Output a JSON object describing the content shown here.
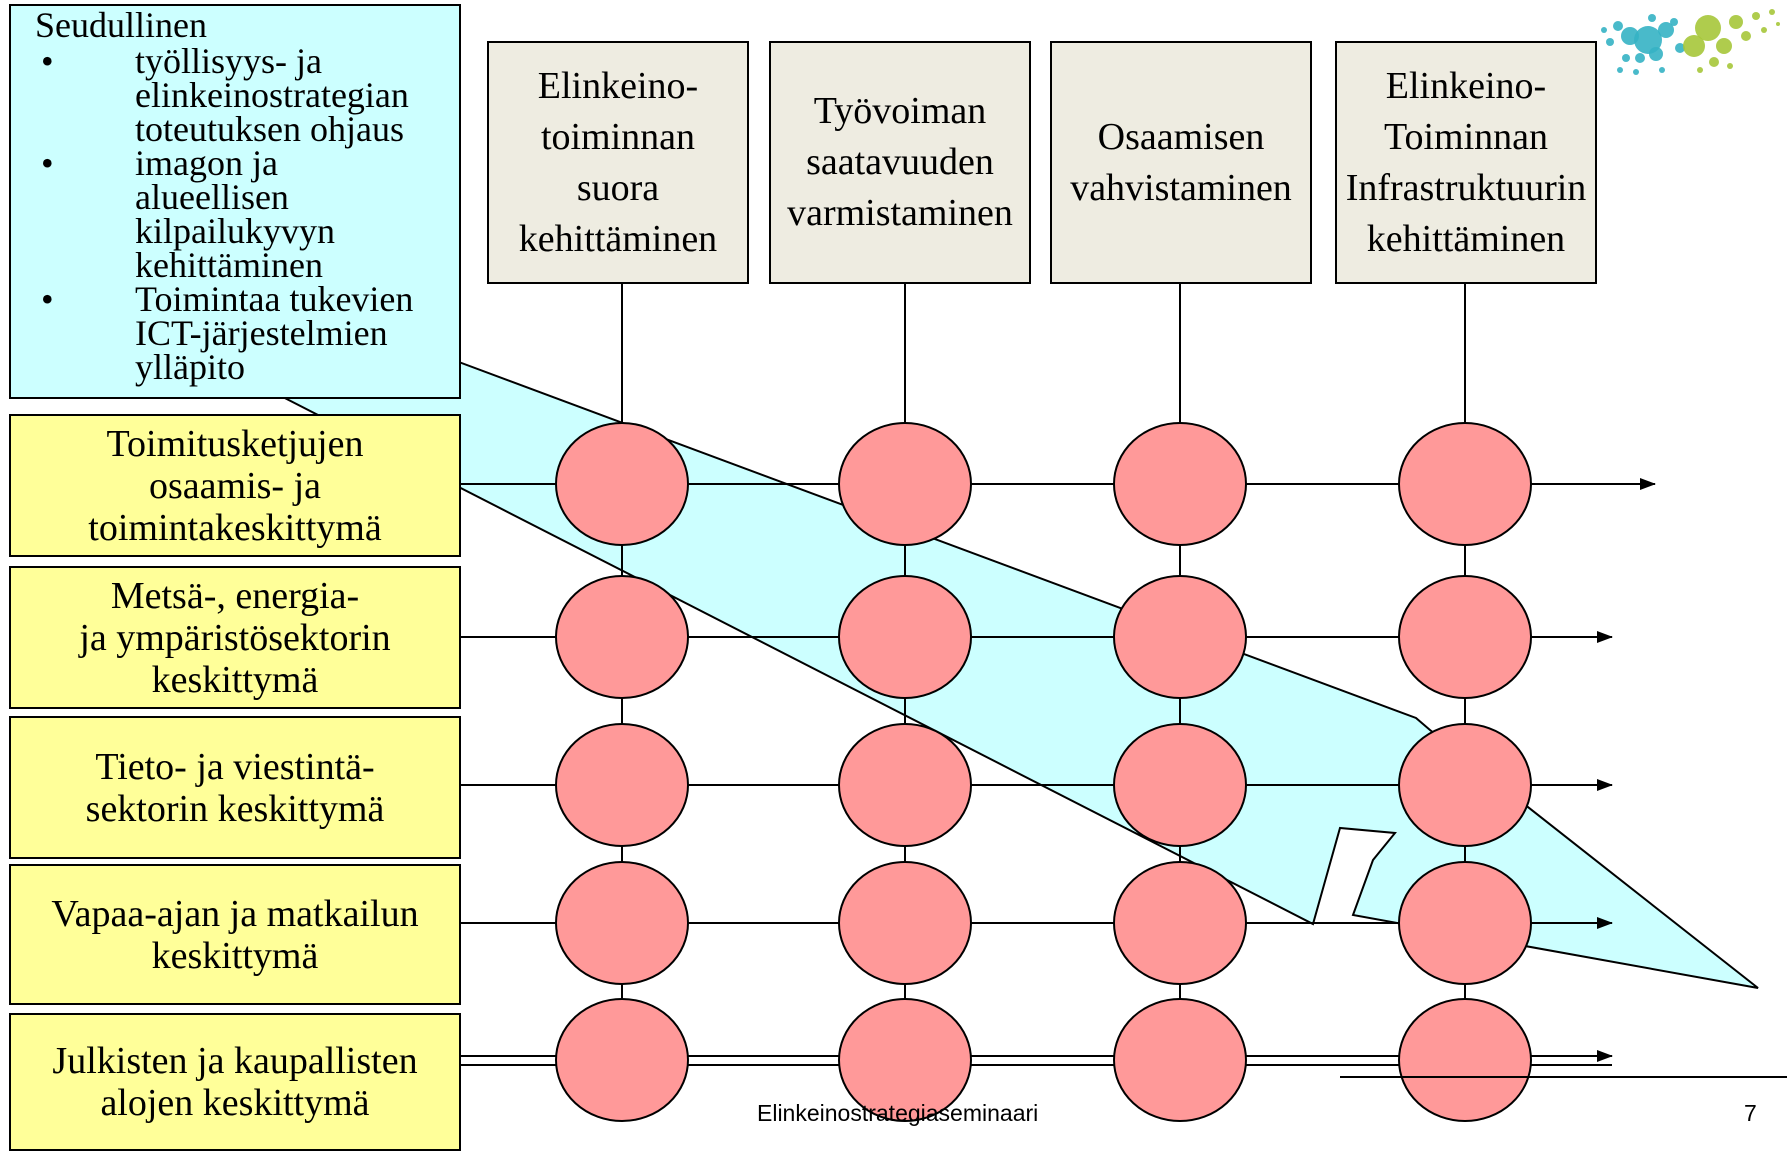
{
  "regional_box": {
    "heading": "Seudullinen",
    "bullet_char": "•",
    "items": [
      [
        "työllisyys- ja",
        "elinkeinostrategian",
        "toteutuksen ohjaus"
      ],
      [
        "imagon ja",
        "alueellisen",
        "kilpailukyvyn",
        "kehittäminen"
      ],
      [
        "Toimintaa tukevien",
        "ICT-järjestelmien",
        "ylläpito"
      ]
    ]
  },
  "columns": [
    [
      "Elinkeino-",
      "toiminnan",
      "suora",
      "kehittäminen"
    ],
    [
      "Työvoiman",
      "saatavuuden",
      "varmistaminen"
    ],
    [
      "Osaamisen",
      "vahvistaminen"
    ],
    [
      "Elinkeino-",
      "Toiminnan",
      "Infrastruktuurin",
      "kehittäminen"
    ]
  ],
  "rows": [
    [
      "Toimitusketjujen",
      "osaamis- ja",
      "toimintakeskittymä"
    ],
    [
      "Metsä-, energia-",
      "ja ympäristösektorin",
      "keskittymä"
    ],
    [
      "Tieto- ja viestintä-",
      "sektorin keskittymä"
    ],
    [
      "Vapaa-ajan ja matkailun",
      "keskittymä"
    ],
    [
      "Julkisten ja kaupallisten",
      "alojen keskittymä"
    ]
  ],
  "footer": {
    "title": "Elinkeinostrategiaseminaari",
    "page_number": "7"
  },
  "colors": {
    "node_fill": "#ff9999",
    "arrow_fill": "#ccffff",
    "row_box_fill": "#ffff99",
    "column_box_fill": "#eeece1",
    "logo_teal": "#35b3c4",
    "logo_green": "#a6c73a"
  }
}
